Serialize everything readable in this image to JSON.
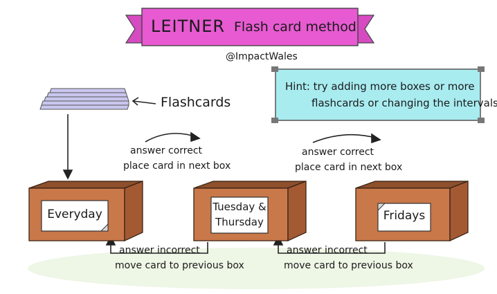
{
  "title": {
    "main": "LEITNER",
    "rest": "Flash card method"
  },
  "handle": "@ImpactWales",
  "hint": {
    "line1": "Hint: try adding more boxes or more",
    "line2": "flashcards or changing the intervals"
  },
  "flashcards_label": "Flashcards",
  "boxes": [
    {
      "label": "Everyday"
    },
    {
      "label_line1": "Tuesday &",
      "label_line2": "Thursday"
    },
    {
      "label": "Fridays"
    }
  ],
  "transitions": {
    "correct_line1": "answer correct",
    "correct_line2": "place card in next box",
    "incorrect_line1": "answer incorrect",
    "incorrect_line2": "move card to previous box"
  },
  "colors": {
    "banner": "#e75ad2",
    "hint_box": "#a8ecf0",
    "box_front": "#c9784a",
    "box_inside": "#8d4f2c",
    "cards": "#c9c6ee",
    "ground": "#eef6e6"
  }
}
